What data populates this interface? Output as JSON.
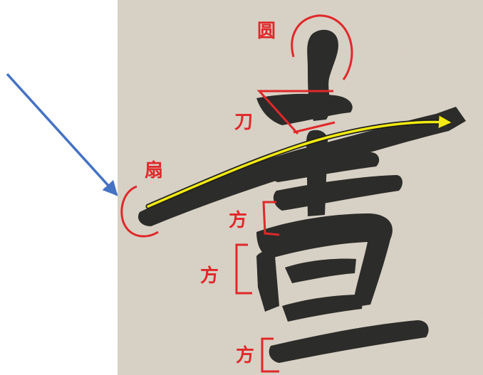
{
  "colors": {
    "paper": "#d9d2c6",
    "ink": "#2c2c2a",
    "annotation_red": "#e0282a",
    "stroke_arrow": "#f2ea12",
    "pointer_arrow": "#4472c4"
  },
  "annotations": {
    "round": "圆",
    "knife": "刀",
    "fan": "扇",
    "square_1": "方",
    "square_2": "方",
    "square_3": "方"
  }
}
